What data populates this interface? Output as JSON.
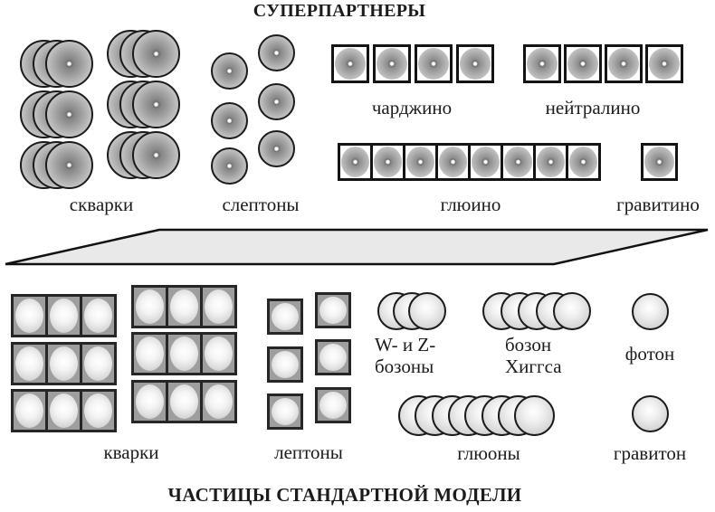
{
  "top_section": {
    "title": "СУПЕРПАРТНЕРЫ",
    "labels": {
      "squarks": "скварки",
      "sleptons": "слептоны",
      "charginos": "чарджино",
      "neutralinos": "нейтралино",
      "gluino": "глюино",
      "gravitino": "гравитино"
    },
    "counts": {
      "squark_clusters": 6,
      "circles_per_squark_cluster": 3,
      "sleptons": 6,
      "chargino_boxes": 4,
      "neutralino_boxes": 4,
      "gluino_boxes": 8,
      "gravitino_boxes": 1
    }
  },
  "bottom_section": {
    "title": "ЧАСТИЦЫ СТАНДАРТНОЙ МОДЕЛИ",
    "labels": {
      "quarks": "кварки",
      "leptons": "лептоны",
      "wz_line1": "W- и Z-",
      "wz_line2": "бозоны",
      "higgs_line1": "бозон",
      "higgs_line2": "Хиггса",
      "photon": "фотон",
      "gluons": "глюоны",
      "graviton": "гравитон"
    },
    "counts": {
      "quark_strips": 6,
      "circles_per_quark_strip": 3,
      "lepton_boxes": 6,
      "wz_circles": 3,
      "higgs_circles": 5,
      "photon_circles": 1,
      "gluon_circles": 8,
      "graviton_circles": 1
    }
  },
  "colors": {
    "outline": "#1b1b1b",
    "cell_fill": "#9e9e9e",
    "divider_fill": "#e9e9e9",
    "divider_stroke": "#111111",
    "background": "#ffffff"
  }
}
